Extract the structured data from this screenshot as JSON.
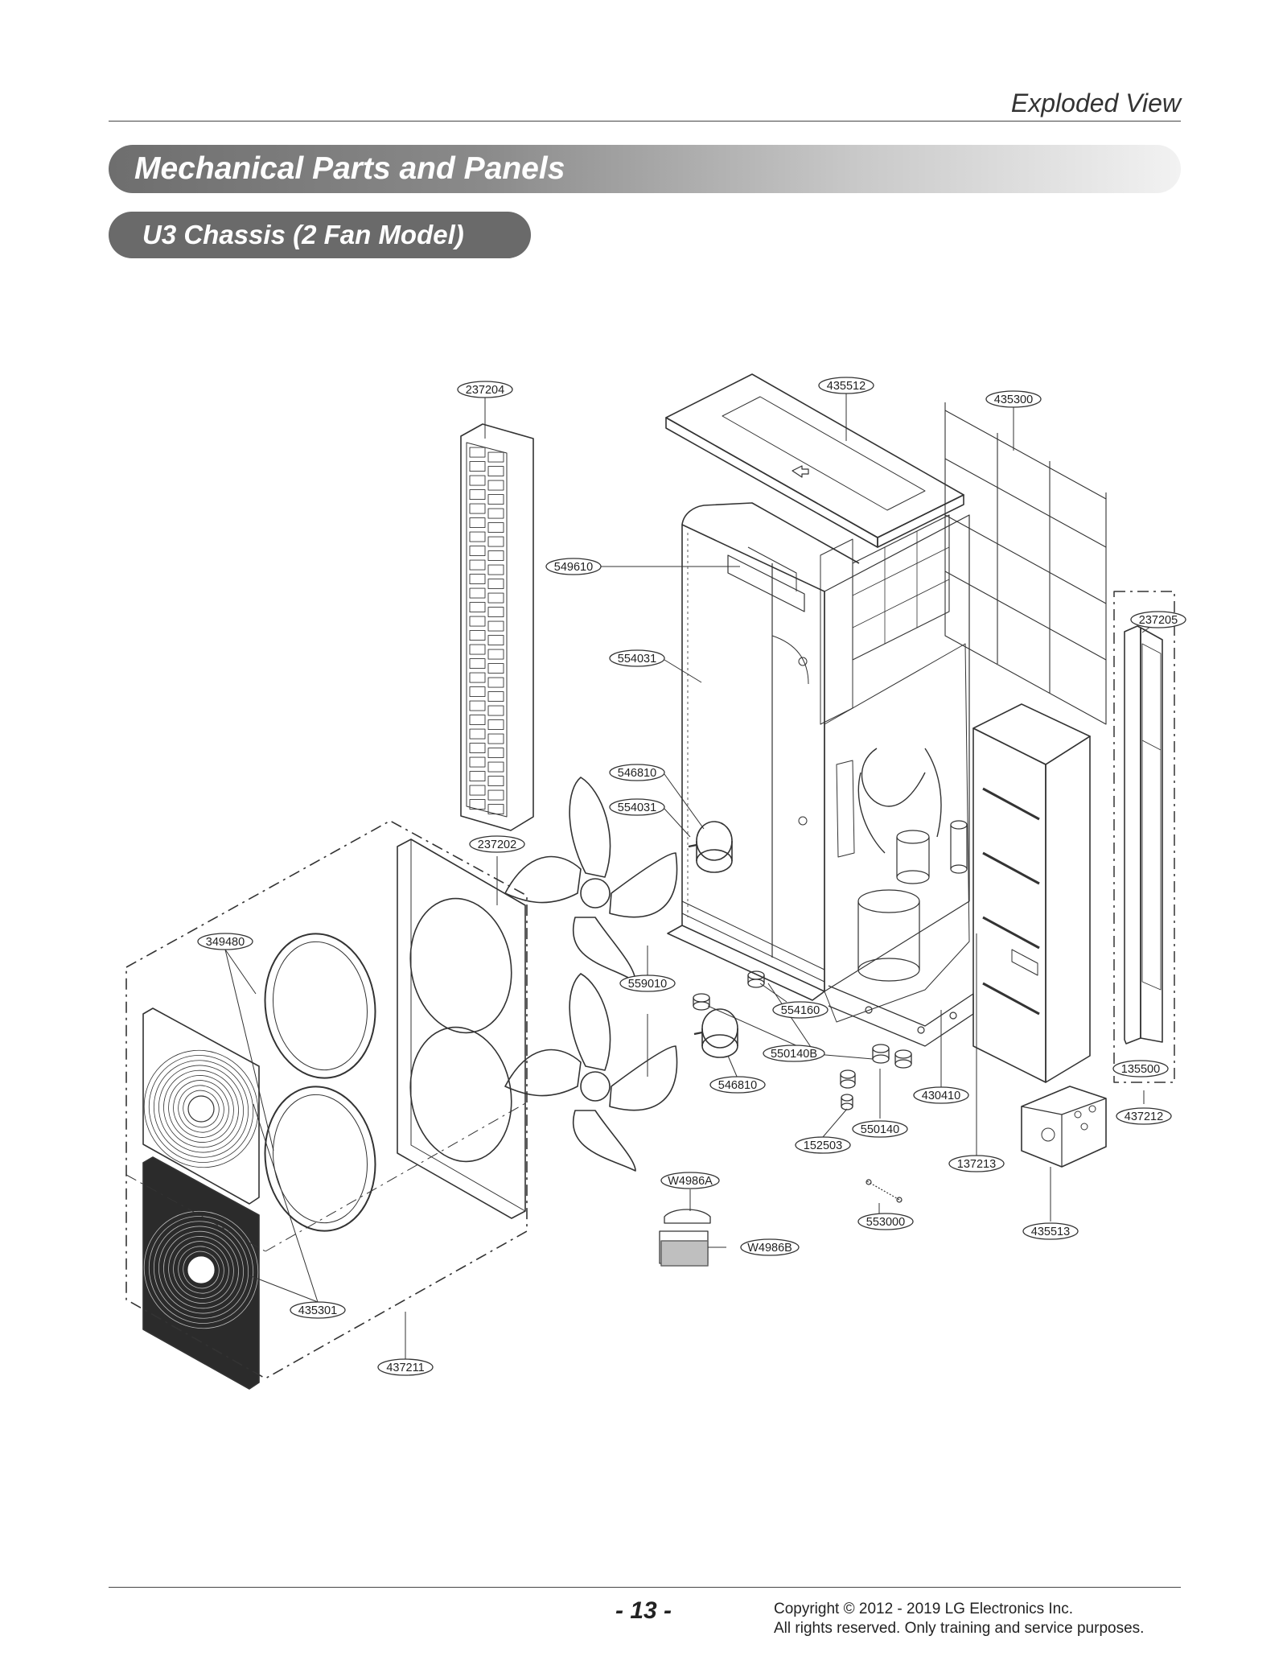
{
  "header": {
    "section_title": "Exploded View"
  },
  "banner": {
    "main": "Mechanical Parts and Panels",
    "sub": "U3 Chassis (2 Fan Model)"
  },
  "diagram": {
    "callouts": [
      {
        "id": "c-237204",
        "label": "237204"
      },
      {
        "id": "c-435512",
        "label": "435512"
      },
      {
        "id": "c-435300",
        "label": "435300"
      },
      {
        "id": "c-549610",
        "label": "549610"
      },
      {
        "id": "c-237205",
        "label": "237205"
      },
      {
        "id": "c-554031a",
        "label": "554031"
      },
      {
        "id": "c-546810a",
        "label": "546810"
      },
      {
        "id": "c-554031b",
        "label": "554031"
      },
      {
        "id": "c-237202",
        "label": "237202"
      },
      {
        "id": "c-349480",
        "label": "349480"
      },
      {
        "id": "c-559010",
        "label": "559010"
      },
      {
        "id": "c-554160",
        "label": "554160"
      },
      {
        "id": "c-550140B",
        "label": "550140B"
      },
      {
        "id": "c-546810b",
        "label": "546810"
      },
      {
        "id": "c-135500",
        "label": "135500"
      },
      {
        "id": "c-430410",
        "label": "430410"
      },
      {
        "id": "c-437212",
        "label": "437212"
      },
      {
        "id": "c-550140",
        "label": "550140"
      },
      {
        "id": "c-152503",
        "label": "152503"
      },
      {
        "id": "c-137213",
        "label": "137213"
      },
      {
        "id": "c-W4986A",
        "label": "W4986A"
      },
      {
        "id": "c-553000",
        "label": "553000"
      },
      {
        "id": "c-435513",
        "label": "435513"
      },
      {
        "id": "c-W4986B",
        "label": "W4986B"
      },
      {
        "id": "c-435301",
        "label": "435301"
      },
      {
        "id": "c-437211",
        "label": "437211"
      }
    ]
  },
  "footer": {
    "page_number": "- 13 -",
    "copyright_line1": "Copyright © 2012 - 2019 LG Electronics Inc.",
    "copyright_line2": "All rights reserved. Only training and service purposes."
  }
}
